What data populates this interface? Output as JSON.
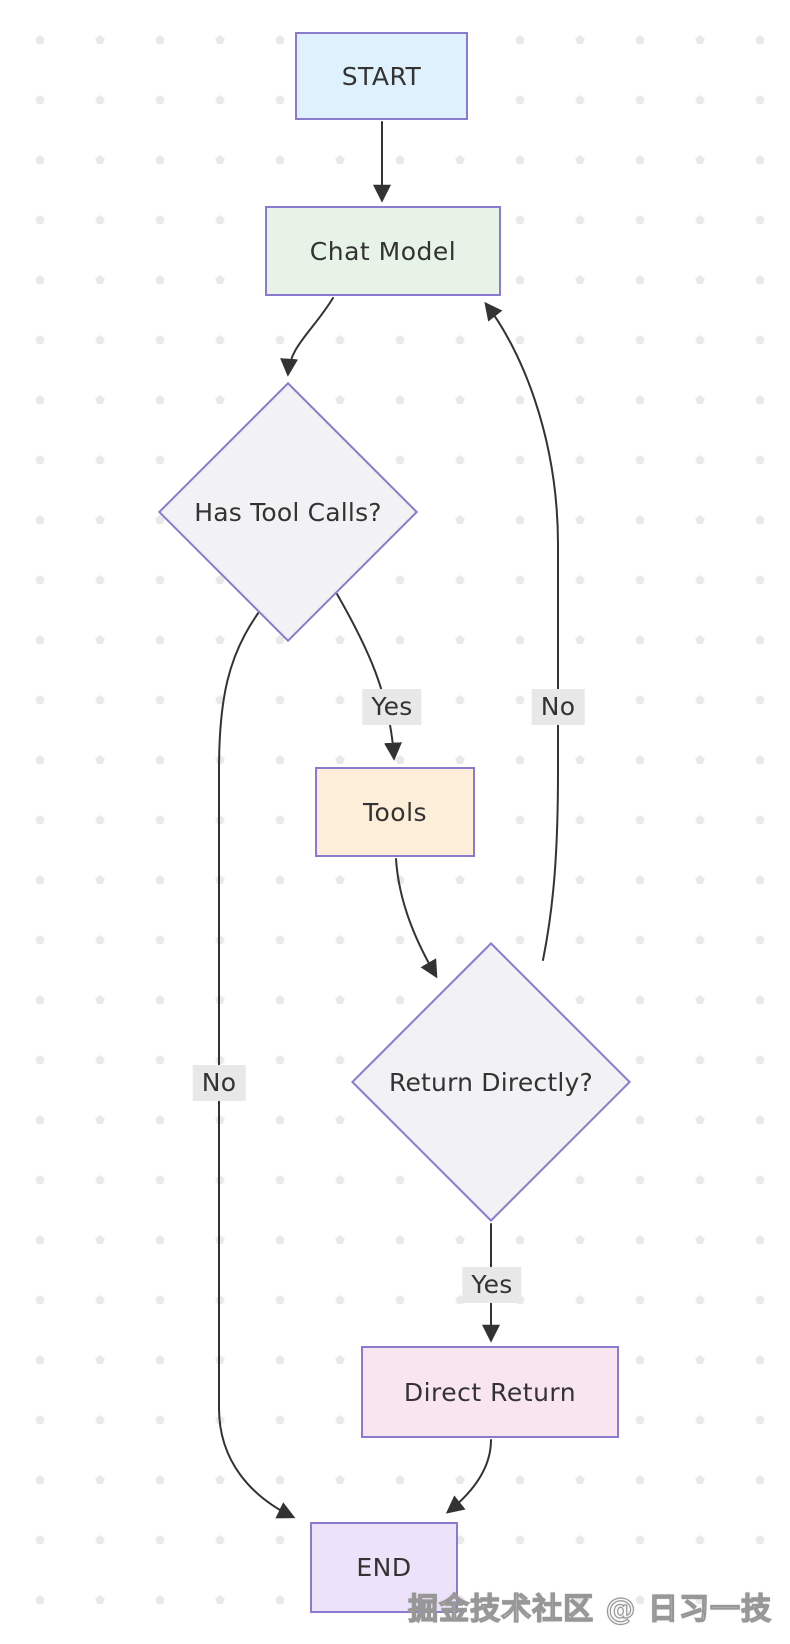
{
  "diagram": {
    "type": "flowchart",
    "direction": "top-down",
    "nodes": [
      {
        "id": "start",
        "label": "START",
        "shape": "rect",
        "fill": "#def1fc"
      },
      {
        "id": "chat_model",
        "label": "Chat Model",
        "shape": "rect",
        "fill": "#e7f3e6"
      },
      {
        "id": "has_tool_calls",
        "label": "Has Tool Calls?",
        "shape": "diamond",
        "fill": "#f2f2f4"
      },
      {
        "id": "tools",
        "label": "Tools",
        "shape": "rect",
        "fill": "#fdeed9"
      },
      {
        "id": "return_directly",
        "label": "Return Directly?",
        "shape": "diamond",
        "fill": "#f2f2f4"
      },
      {
        "id": "direct_return",
        "label": "Direct Return",
        "shape": "rect",
        "fill": "#f9e5ef"
      },
      {
        "id": "end",
        "label": "END",
        "shape": "rect",
        "fill": "#ece2f9"
      }
    ],
    "edges": [
      {
        "from": "start",
        "to": "chat_model",
        "label": ""
      },
      {
        "from": "chat_model",
        "to": "has_tool_calls",
        "label": ""
      },
      {
        "from": "has_tool_calls",
        "to": "tools",
        "label": "Yes"
      },
      {
        "from": "has_tool_calls",
        "to": "end",
        "label": "No"
      },
      {
        "from": "tools",
        "to": "return_directly",
        "label": ""
      },
      {
        "from": "return_directly",
        "to": "chat_model",
        "label": "No"
      },
      {
        "from": "return_directly",
        "to": "direct_return",
        "label": "Yes"
      },
      {
        "from": "direct_return",
        "to": "end",
        "label": ""
      }
    ],
    "colors": {
      "node_border": "#8c7ad0",
      "edge_stroke": "#333333",
      "text": "#333333",
      "edge_label_bg": "#e8e8e8",
      "background_dots": "#e9e9e9",
      "background": "#ffffff"
    },
    "watermark": "掘金技术社区 @ 日习一技"
  }
}
